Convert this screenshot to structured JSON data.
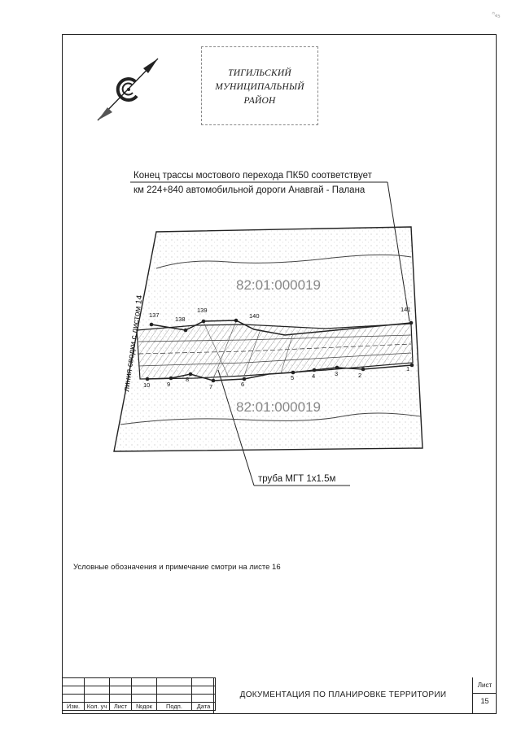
{
  "corner_mark": "ⁿ₄₅",
  "stamp": {
    "text": "ТИГИЛЬСКИЙ\nМУНИЦИПАЛЬНЫЙ\nРАЙОН"
  },
  "callouts": {
    "end_line1": "Конец трассы мостового перехода ПК50 соответствует",
    "end_line2": "км 224+840 автомобильной дороги Анавгай - Палана",
    "pipe": "труба МГТ 1х1.5м",
    "match_line": "линия сводки с листом 14"
  },
  "map": {
    "cadastral_top": "82:01:000019",
    "cadastral_bottom": "82:01:000019",
    "points_top": [
      "137",
      "138",
      "139",
      "140",
      "141"
    ],
    "points_bottom": [
      "10",
      "9",
      "8",
      "7",
      "6",
      "5",
      "4",
      "3",
      "2",
      "1"
    ]
  },
  "note": "Условные обозначения и примечание смотри на листе 16",
  "title_block": {
    "col_labels": [
      "Изм.",
      "Кол. уч",
      "Лист",
      "№док",
      "Подп.",
      "Дата"
    ],
    "title": "ДОКУМЕНТАЦИЯ ПО ПЛАНИРОВКЕ ТЕРРИТОРИИ",
    "sheet_label": "Лист",
    "sheet_number": "15"
  }
}
